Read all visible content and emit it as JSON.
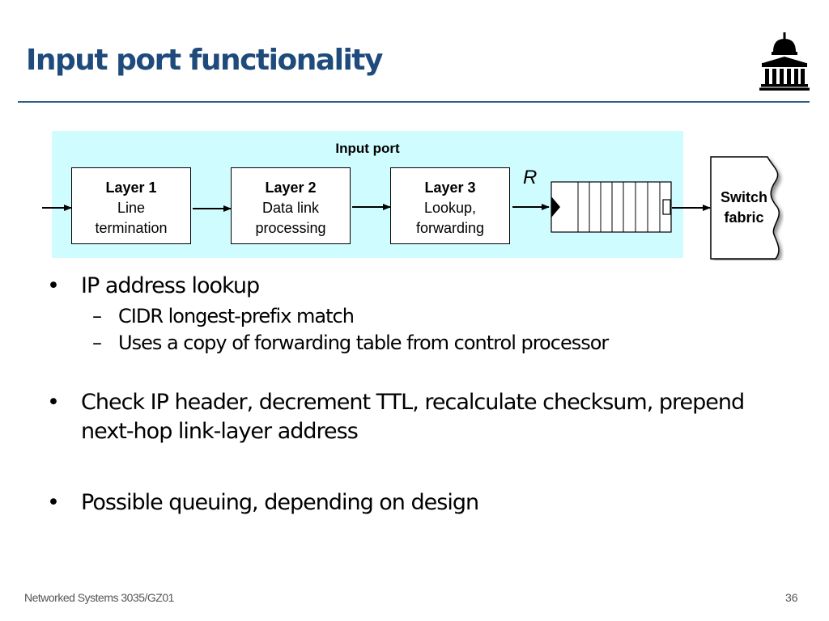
{
  "slide": {
    "title": "Input port functionality",
    "footer_left": "Networked Systems 3035/GZ01",
    "page_number": "36"
  },
  "diagram": {
    "container_label": "Input port",
    "router_label": "R",
    "layers": [
      {
        "name": "Layer 1",
        "line1": "Line",
        "line2": "termination"
      },
      {
        "name": "Layer 2",
        "line1": "Data link",
        "line2": "processing"
      },
      {
        "name": "Layer 3",
        "line1": "Lookup,",
        "line2": "forwarding"
      }
    ],
    "switch_fabric": {
      "line1": "Switch",
      "line2": "fabric"
    },
    "colors": {
      "diagram_background": "#cffcff",
      "title": "#1f4a7c"
    }
  },
  "bullets": [
    {
      "text": "IP address lookup",
      "sub": [
        "CIDR longest-prefix match",
        "Uses a copy of forwarding table from control processor"
      ]
    },
    {
      "text": "Check IP header, decrement TTL, recalculate checksum, prepend next-hop link-layer address"
    },
    {
      "text": "Possible queuing, depending on design"
    }
  ],
  "icons": {
    "logo": "university-building-icon",
    "bullet": "•",
    "dash": "–"
  }
}
